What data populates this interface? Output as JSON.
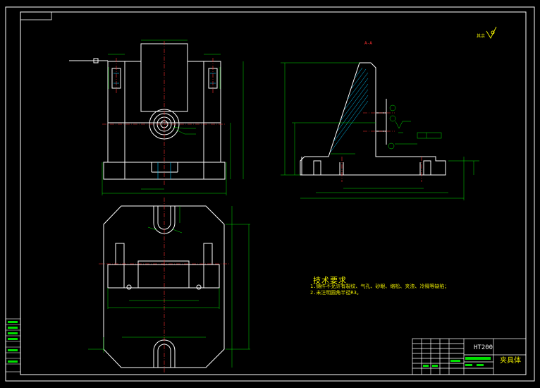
{
  "drawing": {
    "section_label": "A-A",
    "roughness_note": "其余",
    "technical_requirements_title": "技术要求",
    "technical_requirements": [
      "1.铸件不允许有裂纹、气孔、砂眼、缩松、夹渣、冷隔等缺陷；",
      "2.未注明圆角半径R3。"
    ],
    "title_block": {
      "material": "HT200",
      "part_name": "夹具体"
    },
    "colors": {
      "background": "#000000",
      "border": "#ffffff",
      "outline": "#ffffff",
      "dimension": "#00e000",
      "centerline": "#ff3030",
      "text": "#e8e800",
      "hatch": "#00c8ff"
    }
  }
}
